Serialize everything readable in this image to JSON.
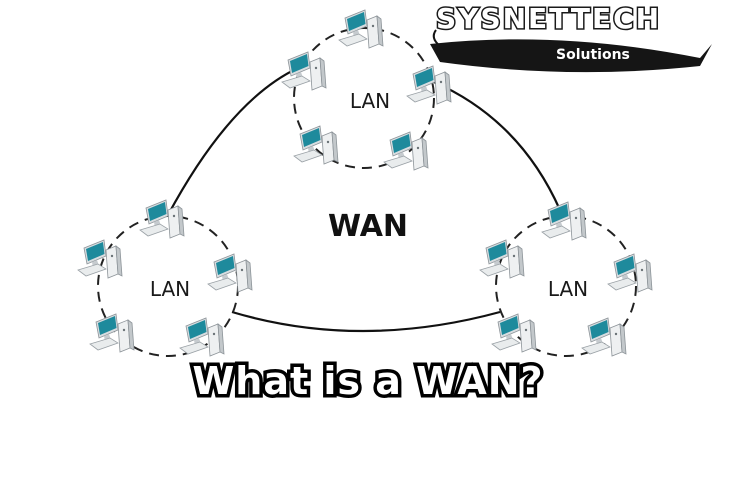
{
  "logo": {
    "brand": "SYSNETTECH",
    "tagline": "Solutions"
  },
  "diagram": {
    "wan_label": "WAN",
    "lans": [
      {
        "label": "LAN"
      },
      {
        "label": "LAN"
      },
      {
        "label": "LAN"
      }
    ]
  },
  "caption": "What is a WAN?",
  "colors": {
    "screen": "#1e8a9c",
    "ring": "#222222",
    "link": "#111111",
    "caption_fill": "#ffffff",
    "caption_stroke": "#000000"
  }
}
